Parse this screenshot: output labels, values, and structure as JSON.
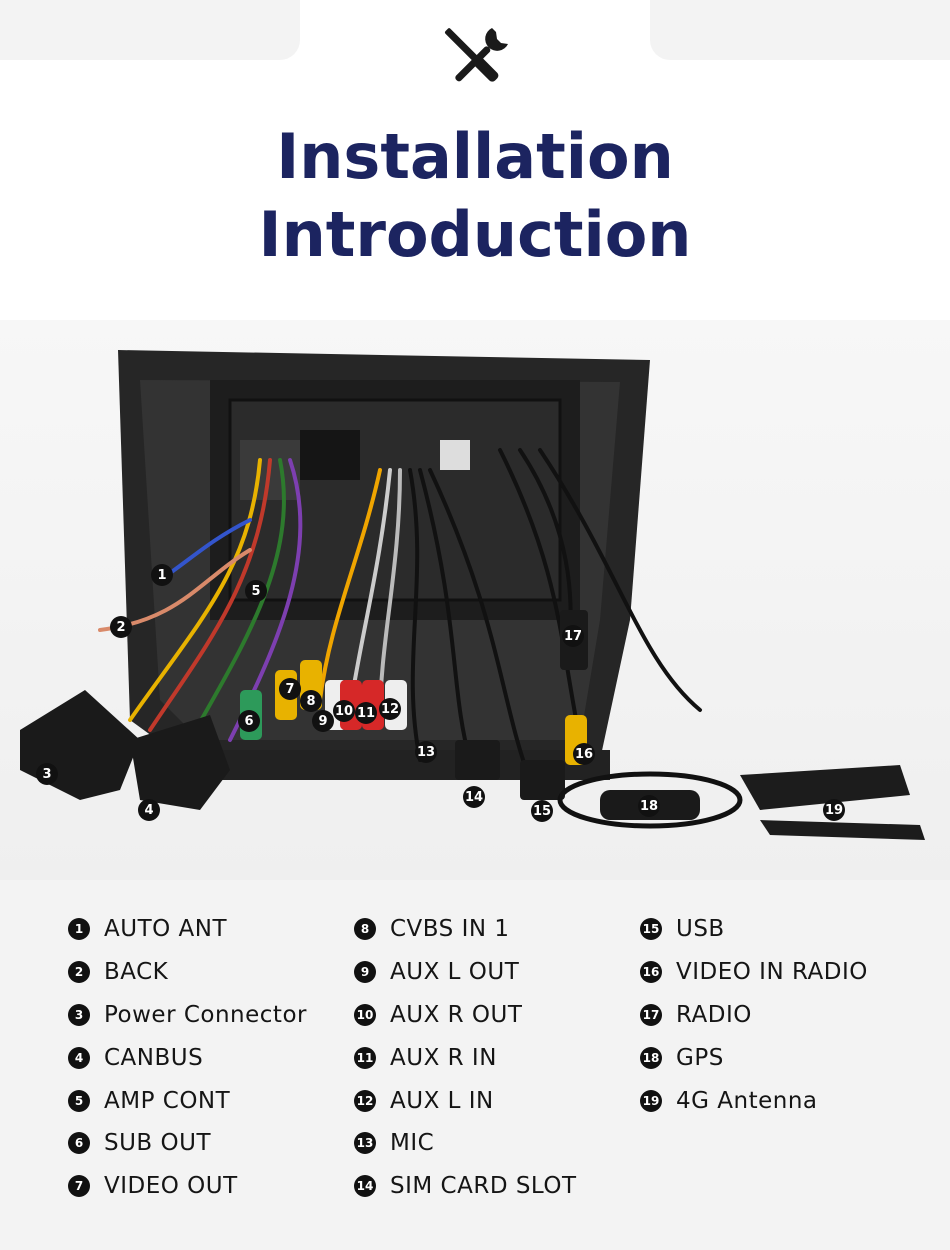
{
  "header": {
    "icon": "tools-icon",
    "title_line1": "Installation",
    "title_line2": "Introduction"
  },
  "photo": {
    "description_icon": "car-radio-back-panel",
    "callouts": [
      "1",
      "2",
      "3",
      "4",
      "5",
      "6",
      "7",
      "8",
      "9",
      "10",
      "11",
      "12",
      "13",
      "14",
      "15",
      "16",
      "17",
      "18",
      "19"
    ]
  },
  "legend": {
    "col1": [
      {
        "num": "1",
        "label": "AUTO ANT"
      },
      {
        "num": "2",
        "label": "BACK"
      },
      {
        "num": "3",
        "label": "Power Connector"
      },
      {
        "num": "4",
        "label": "CANBUS"
      },
      {
        "num": "5",
        "label": "AMP CONT"
      },
      {
        "num": "6",
        "label": "SUB OUT"
      },
      {
        "num": "7",
        "label": "VIDEO OUT"
      }
    ],
    "col2": [
      {
        "num": "8",
        "label": "CVBS IN 1"
      },
      {
        "num": "9",
        "label": "AUX L OUT"
      },
      {
        "num": "10",
        "label": "AUX R OUT"
      },
      {
        "num": "11",
        "label": "AUX R IN"
      },
      {
        "num": "12",
        "label": "AUX L IN"
      },
      {
        "num": "13",
        "label": "MIC"
      },
      {
        "num": "14",
        "label": "SIM CARD SLOT"
      }
    ],
    "col3": [
      {
        "num": "15",
        "label": "USB"
      },
      {
        "num": "16",
        "label": "VIDEO IN RADIO"
      },
      {
        "num": "17",
        "label": "RADIO"
      },
      {
        "num": "18",
        "label": "GPS"
      },
      {
        "num": "19",
        "label": "4G Antenna"
      }
    ]
  },
  "colors": {
    "title": "#1c2460",
    "callout_bg": "#111111",
    "panel": "#2a2a2a"
  }
}
